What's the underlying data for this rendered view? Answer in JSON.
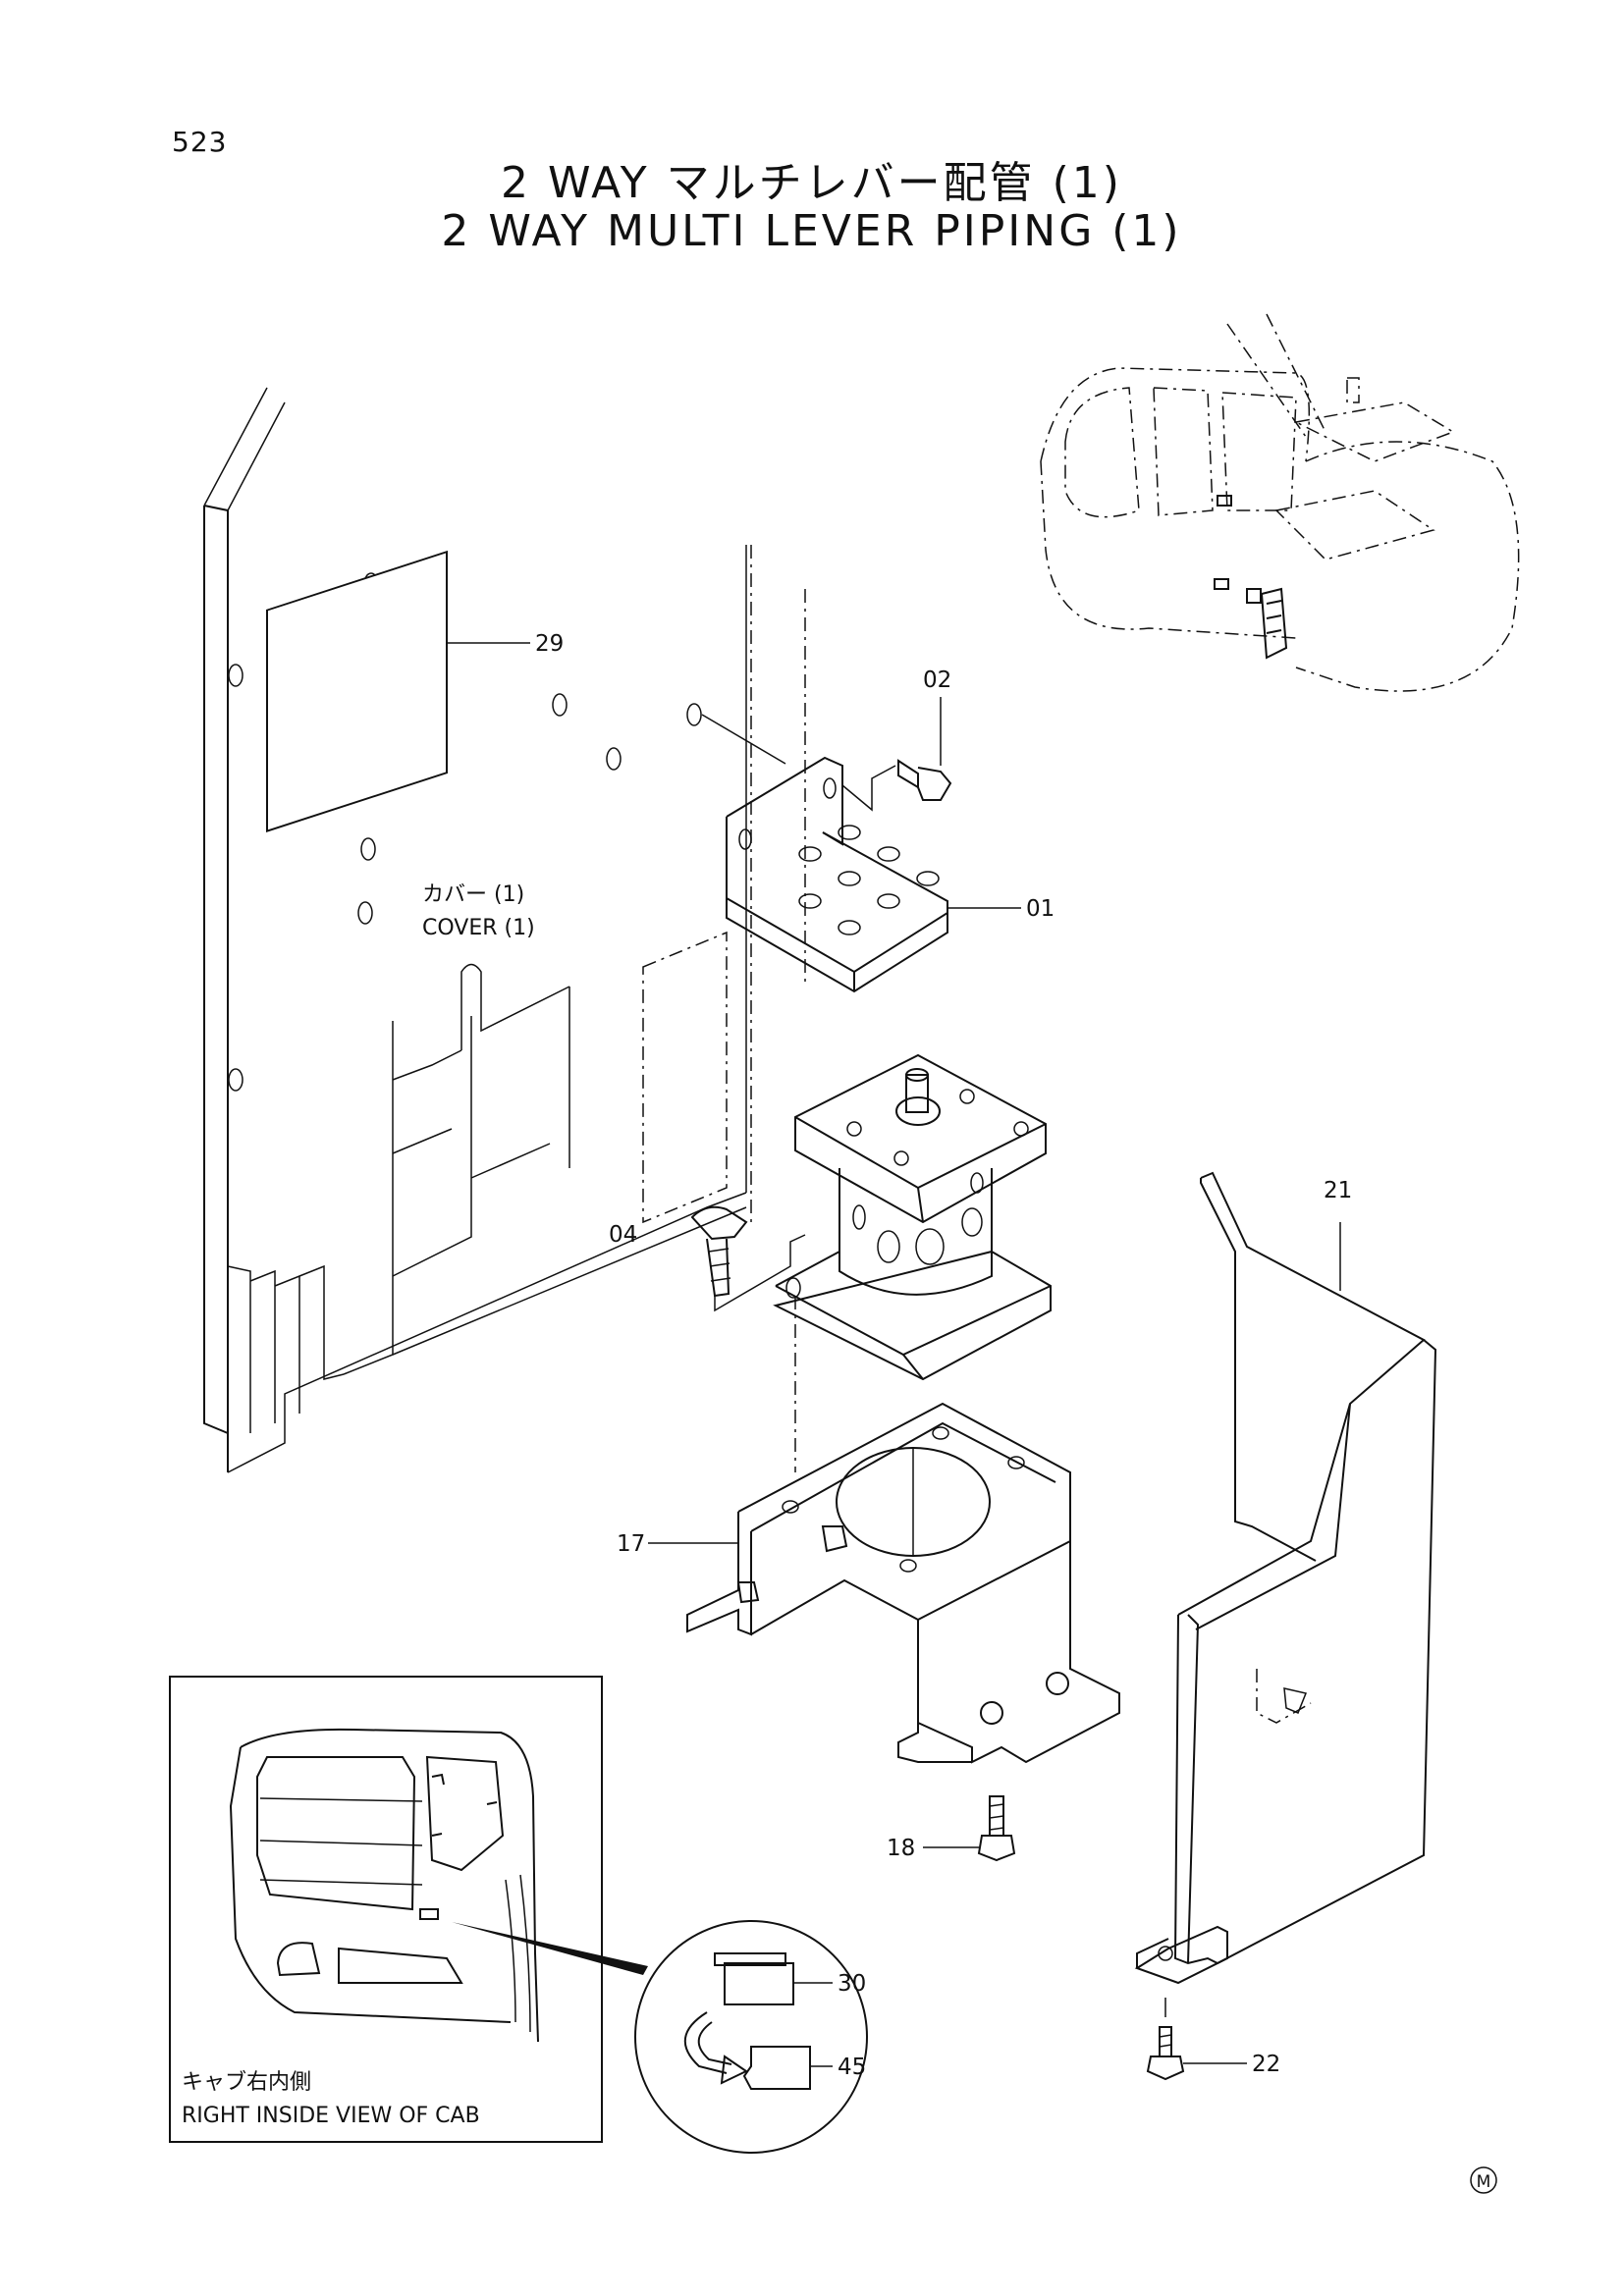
{
  "page_number": "523",
  "title_jp": "2 WAY マルチレバー配管 (1)",
  "title_en": "2 WAY MULTI LEVER PIPING (1)",
  "cover_label_jp": "カバー (1)",
  "cover_label_en": "COVER (1)",
  "inset_caption_jp": "キャブ右内側",
  "inset_caption_en": "RIGHT INSIDE VIEW OF CAB",
  "callouts": {
    "c29": "29",
    "c02": "02",
    "c01": "01",
    "c04": "04",
    "c21": "21",
    "c17": "17",
    "c18": "18",
    "c30": "30",
    "c45": "45",
    "c22": "22"
  },
  "mark": "M"
}
